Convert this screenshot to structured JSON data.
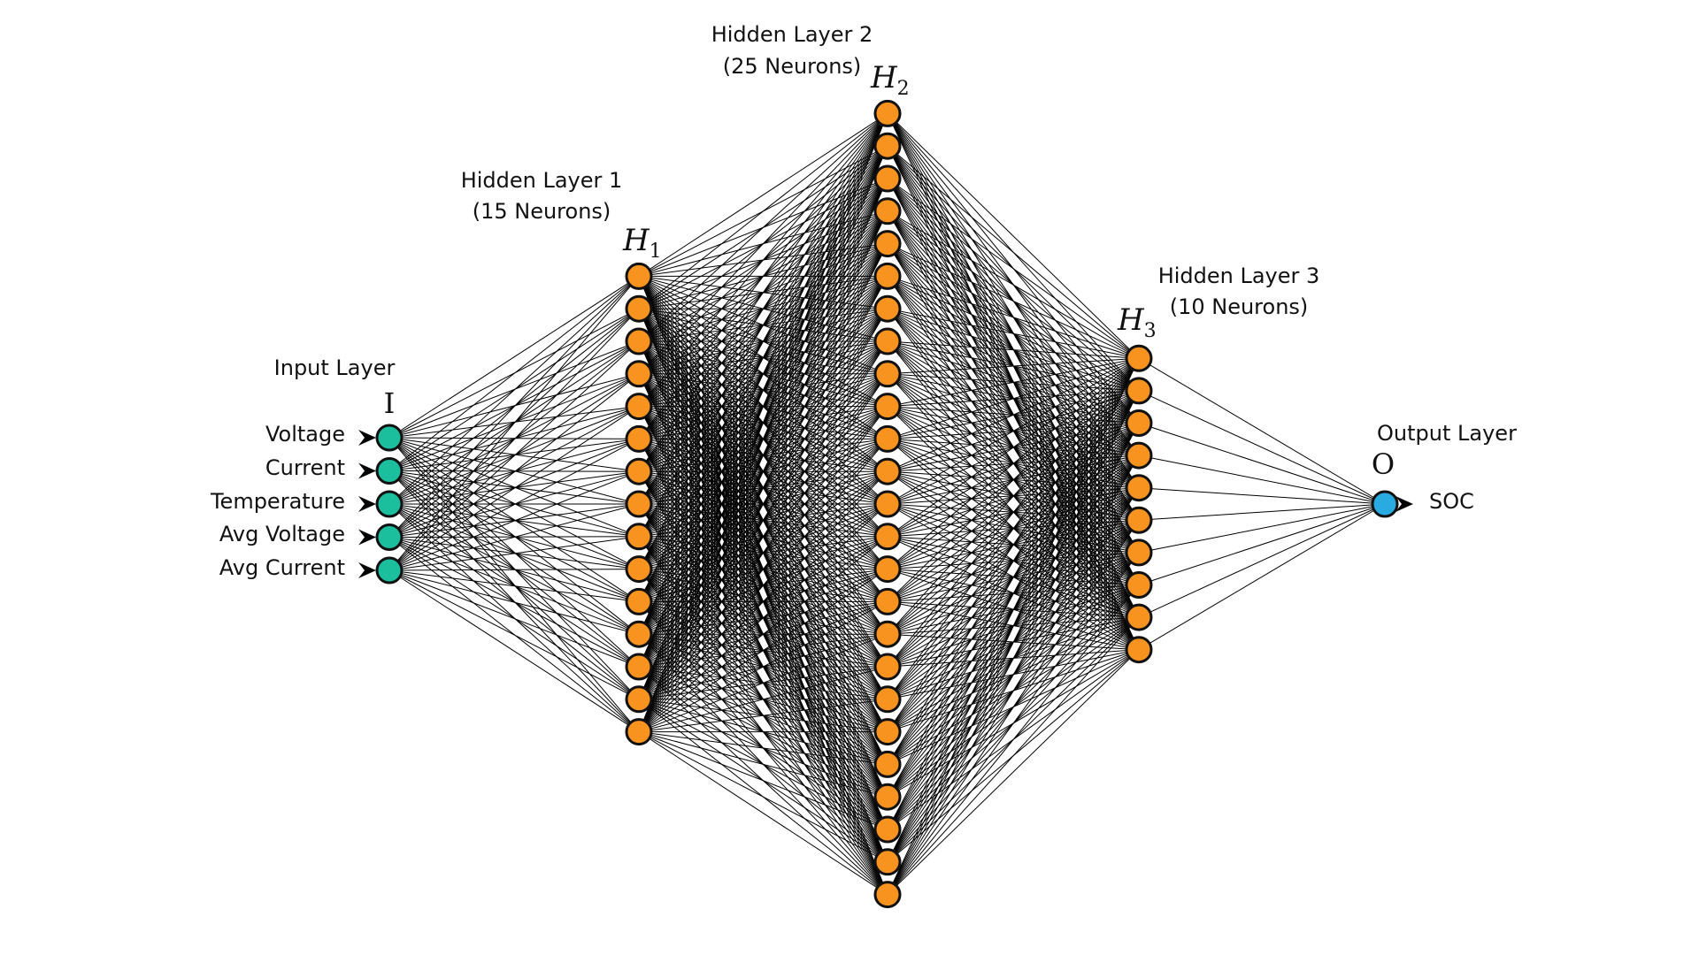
{
  "colors": {
    "input_node": "#1bbf9e",
    "hidden_node": "#f7931e",
    "output_node": "#29abe2",
    "node_stroke": "#111111",
    "edge": "#000000"
  },
  "layers": [
    {
      "id": "input",
      "title": "Input Layer",
      "subtitle": "",
      "symbol": "I",
      "symbol_sub": "",
      "neurons": 5
    },
    {
      "id": "hidden1",
      "title": "Hidden Layer 1",
      "subtitle": "(15 Neurons)",
      "symbol": "H",
      "symbol_sub": "1",
      "neurons": 15
    },
    {
      "id": "hidden2",
      "title": "Hidden Layer 2",
      "subtitle": "(25 Neurons)",
      "symbol": "H",
      "symbol_sub": "2",
      "neurons": 25
    },
    {
      "id": "hidden3",
      "title": "Hidden Layer 3",
      "subtitle": "(10 Neurons)",
      "symbol": "H",
      "symbol_sub": "3",
      "neurons": 10
    },
    {
      "id": "output",
      "title": "Output Layer",
      "subtitle": "",
      "symbol": "O",
      "symbol_sub": "",
      "neurons": 1
    }
  ],
  "inputs": [
    "Voltage",
    "Current",
    "Temperature",
    "Avg Voltage",
    "Avg Current"
  ],
  "outputs": [
    "SOC"
  ]
}
